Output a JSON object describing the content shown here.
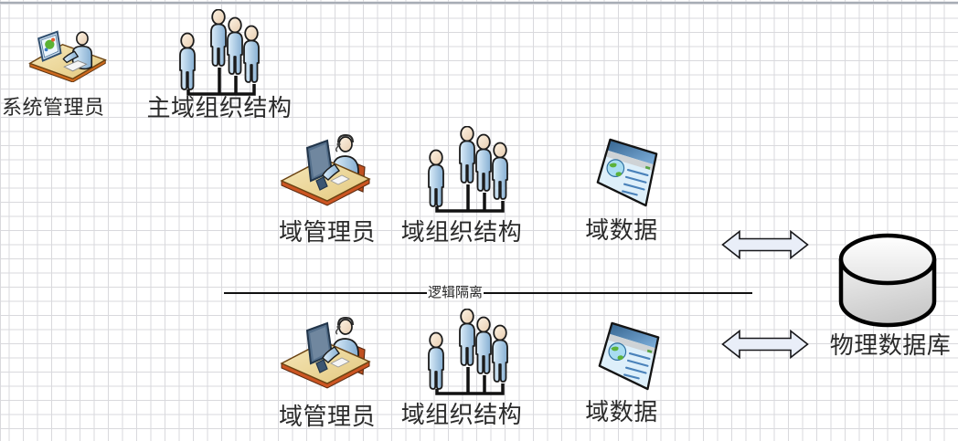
{
  "nodes": {
    "system_admin": {
      "label": "系统管理员",
      "icon": "admin-desk-icon"
    },
    "main_org": {
      "label": "主域组织结构",
      "icon": "org-people-icon"
    },
    "domain_admin_top": {
      "label": "域管理员",
      "icon": "domain-admin-desk-icon"
    },
    "domain_org_top": {
      "label": "域组织结构",
      "icon": "org-people-icon"
    },
    "domain_data_top": {
      "label": "域数据",
      "icon": "app-window-icon"
    },
    "domain_admin_bottom": {
      "label": "域管理员",
      "icon": "domain-admin-desk-icon"
    },
    "domain_org_bottom": {
      "label": "域组织结构",
      "icon": "org-people-icon"
    },
    "domain_data_bottom": {
      "label": "域数据",
      "icon": "app-window-icon"
    },
    "physical_db": {
      "label": "物理数据库",
      "icon": "database-cylinder-icon"
    }
  },
  "divider": {
    "label": "逻辑隔离"
  },
  "connectors": [
    {
      "from": "domain_data_top",
      "to": "physical_db",
      "type": "double-arrow"
    },
    {
      "from": "domain_data_bottom",
      "to": "physical_db",
      "type": "double-arrow"
    }
  ],
  "colors": {
    "grid_line": "#d9d9dd",
    "page_top_border": "#a7adb5",
    "person_fill": "#9fc3e0",
    "head_fill": "#f7e9d5",
    "desk_fill": "#eeddaa",
    "desk_edge": "#cf6a1e",
    "window_titlebar": "#3f6fa5",
    "arrow_fill": "#e9eef8",
    "cylinder_fill": "#e9e9e9",
    "outline": "#1a1a1a",
    "label_color": "#2b2b2b"
  }
}
